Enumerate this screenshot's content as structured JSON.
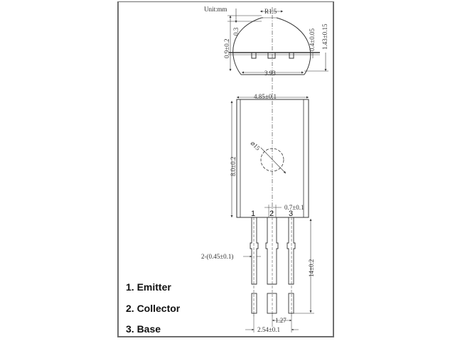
{
  "diagram": {
    "type": "transistor-package-outline",
    "unit_label": "Unit:mm",
    "top_view": {
      "radius_label": "R1.5",
      "height_label": "0.9±0.2",
      "offset_label": "0.3",
      "width_label": "3.93",
      "right_label_1": "0.4±0.05",
      "right_label_2": "1.43±0.15"
    },
    "front_view": {
      "width_label": "4.85±0.1",
      "height_label": "8.0±0.2",
      "hole_label": "⌀15",
      "pin_spacing_label": "0.7±0.1",
      "pin_width_label": "2-(0.45±0.1)",
      "lead_length_label": "14±0.2",
      "pitch_label": "1.27",
      "span_label": "2.54±0.1",
      "pins": [
        "1",
        "2",
        "3"
      ]
    },
    "legend": [
      {
        "label": "1. Emitter"
      },
      {
        "label": "2. Collector"
      },
      {
        "label": "3. Base"
      }
    ]
  }
}
